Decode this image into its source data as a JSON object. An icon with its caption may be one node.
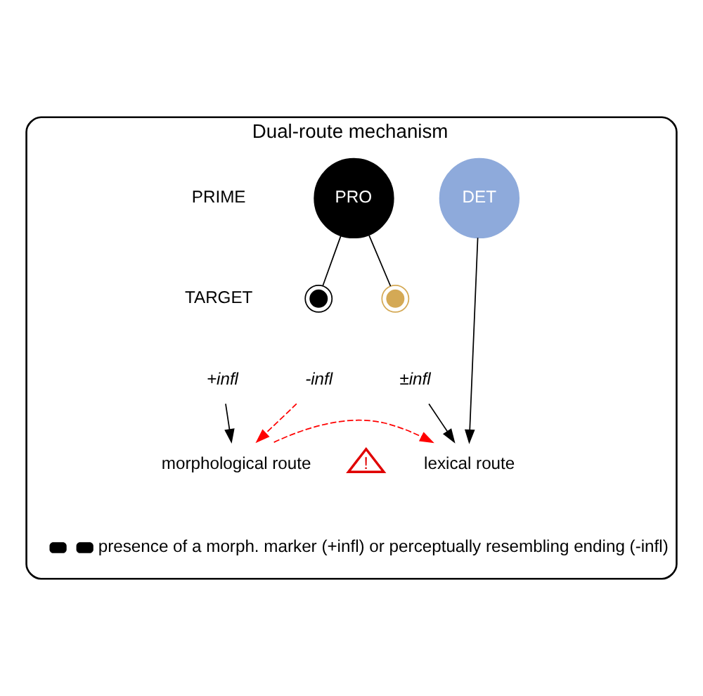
{
  "diagram": {
    "nodes": [
      {
        "text": [
          "Dual-route mechanism"
        ]
      },
      {
        "text": [
          "PRO"
        ],
        "in": 0
      },
      {
        "text": [
          "DET"
        ],
        "in": 0
      },
      {
        "text": [],
        "shape": "picture",
        "in": 0
      },
      {
        "text": [
          "+infl"
        ],
        "in": 0
      },
      {
        "text": [
          "-infl"
        ],
        "in": 0
      },
      {
        "text": [],
        "shape": "picture",
        "in": 0
      },
      {
        "text": [
          "±infl"
        ],
        "in": 0
      },
      {
        "text": [
          "morphological route"
        ],
        "in": 0
      },
      {
        "text": [
          "!"
        ],
        "in": 0
      },
      {
        "text": [
          "lexical route"
        ],
        "in": 0
      }
    ],
    "edges": [
      {
        "from": 1,
        "to": 3,
        "arrow": "none"
      },
      {
        "from": 1,
        "to": 6,
        "arrow": "none"
      },
      {
        "from": 4,
        "to": 8,
        "arrow": "to"
      },
      {
        "from": 5,
        "to": 8,
        "arrow": "to",
        "style": "dashed",
        "color": "#ff0000"
      },
      {
        "from": 7,
        "to": 10,
        "arrow": "to"
      },
      {
        "from": 2,
        "to": 10,
        "arrow": "to"
      },
      {
        "from": 8,
        "to": 10,
        "arrow": "to",
        "style": "dashed",
        "color": "#ff0000"
      }
    ],
    "labels": [
      "PRIME",
      "TARGET"
    ],
    "legend": [
      {
        "text": "presence of a morph. marker (+infl) or perceptually resembling ending (-infl)"
      }
    ]
  }
}
